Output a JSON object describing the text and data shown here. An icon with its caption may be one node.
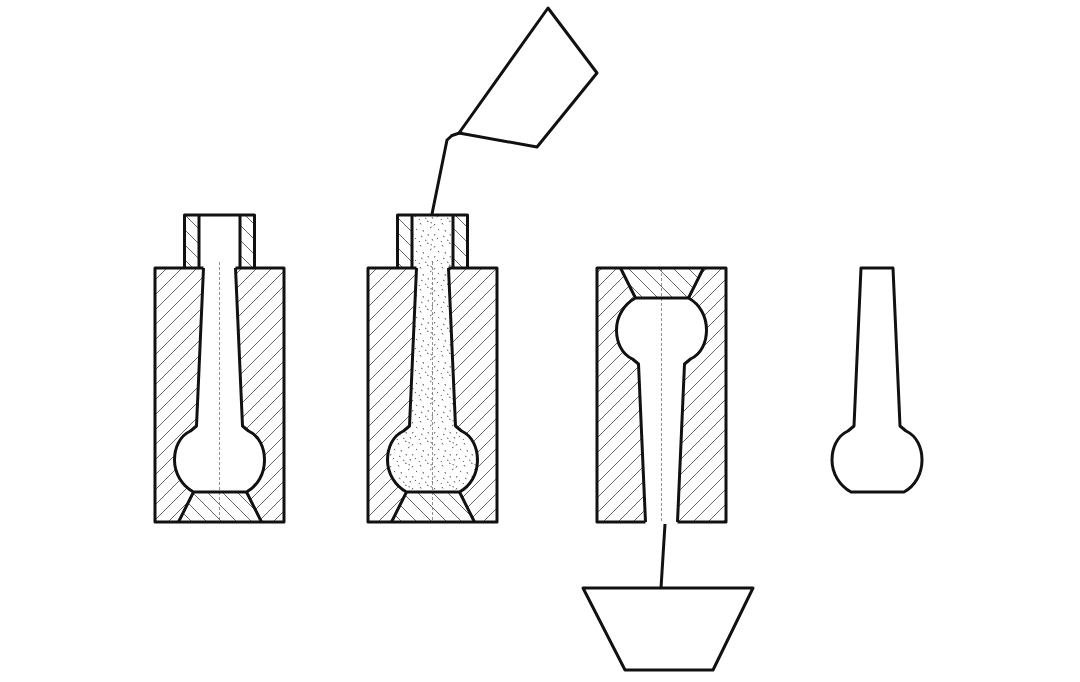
{
  "diagram": {
    "nodes": [
      {
        "text": [],
        "shape": "picture"
      },
      {
        "text": [],
        "shape": "picture"
      },
      {
        "text": [],
        "shape": "picture"
      },
      {
        "text": [],
        "shape": "picture"
      },
      {
        "text": [],
        "shape": "picture"
      },
      {
        "text": [],
        "shape": "picture"
      }
    ],
    "edges": [
      {
        "from": 0,
        "to": 2,
        "arrow": "none"
      },
      {
        "from": 3,
        "to": 5,
        "arrow": "none"
      }
    ]
  }
}
